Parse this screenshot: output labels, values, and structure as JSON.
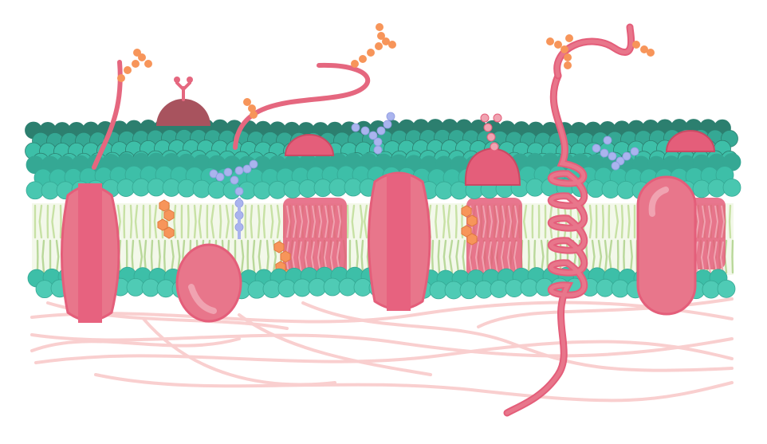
{
  "diagram": {
    "subject": "cell membrane",
    "labels": [],
    "components": [
      "phospholipid-heads-outer",
      "phospholipid-tails",
      "phospholipid-heads-inner",
      "integral-protein",
      "peripheral-protein",
      "alpha-helix-protein",
      "cholesterol",
      "glycoprotein",
      "glycolipid",
      "cytoskeleton-filaments"
    ]
  },
  "colors": {
    "background": "#ffffff",
    "head_light": "#3dbfa8",
    "head_mid": "#35a894",
    "head_dark": "#2c7f6f",
    "tail": "#c7e1a4",
    "tail_dark": "#b9d89a",
    "protein": "#e8768b",
    "protein_light": "#f0a3b1",
    "protein_dark": "#e45e7a",
    "protein_maroon": "#a8535e",
    "protein_stripe": "#e7627f",
    "carb_orange": "#f7955a",
    "carb_blue": "#aab4ee",
    "cytoskeleton": "#f9cfcf",
    "strand": "#e5677f"
  },
  "icons": [
    "glycoprotein-chain-icon",
    "glycolipid-chain-icon",
    "cholesterol-icon"
  ]
}
